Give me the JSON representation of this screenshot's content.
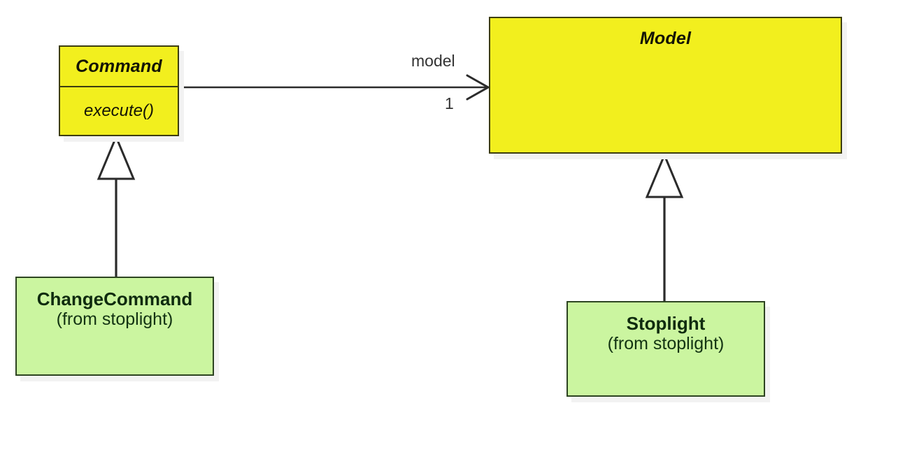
{
  "diagram": {
    "kind": "uml-class-diagram",
    "background_color": "#ffffff",
    "palette": {
      "abstract_fill": "#f2ef1e",
      "abstract_stroke": "#3d3d10",
      "concrete_fill": "#cbf5a0",
      "concrete_stroke": "#2d4421",
      "line_color": "#2b2b2b",
      "shadow_color": "#f2f2f2",
      "label_color": "#333333"
    },
    "classes": {
      "command": {
        "name": "Command",
        "stereotype": "abstract",
        "operations": [
          "execute()"
        ]
      },
      "model": {
        "name": "Model",
        "stereotype": "abstract",
        "operations": []
      },
      "change_command": {
        "name": "ChangeCommand",
        "package": "(from stoplight)",
        "stereotype": "concrete"
      },
      "stoplight": {
        "name": "Stoplight",
        "package": "(from stoplight)",
        "stereotype": "concrete"
      }
    },
    "relationships": {
      "command_to_model": {
        "type": "association",
        "role_label": "model",
        "multiplicity": "1",
        "source": "Command",
        "target": "Model",
        "arrow": "open-arrow"
      },
      "changecommand_to_command": {
        "type": "generalization",
        "source": "ChangeCommand",
        "target": "Command",
        "arrow": "hollow-triangle"
      },
      "stoplight_to_model": {
        "type": "generalization",
        "source": "Stoplight",
        "target": "Model",
        "arrow": "hollow-triangle"
      }
    }
  }
}
